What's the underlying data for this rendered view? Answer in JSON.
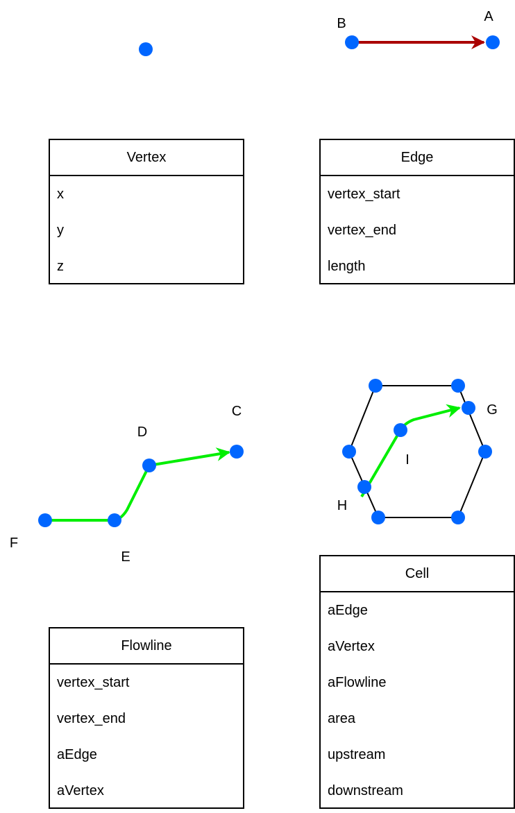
{
  "colors": {
    "vertex": "#0066ff",
    "edge_arrow": "#aa0000",
    "flowline": "#00ee00",
    "outline": "#000000"
  },
  "labels": {
    "a": "A",
    "b": "B",
    "c": "C",
    "d": "D",
    "e": "E",
    "f": "F",
    "g": "G",
    "h": "H",
    "i": "I"
  },
  "classes": {
    "vertex": {
      "title": "Vertex",
      "fields": [
        "x",
        "y",
        "z"
      ]
    },
    "edge": {
      "title": "Edge",
      "fields": [
        "vertex_start",
        "vertex_end",
        "length"
      ]
    },
    "flowline": {
      "title": "Flowline",
      "fields": [
        "vertex_start",
        "vertex_end",
        "aEdge",
        "aVertex"
      ]
    },
    "cell": {
      "title": "Cell",
      "fields": [
        "aEdge",
        "aVertex",
        "aFlowline",
        "area",
        "upstream",
        "downstream"
      ]
    }
  }
}
